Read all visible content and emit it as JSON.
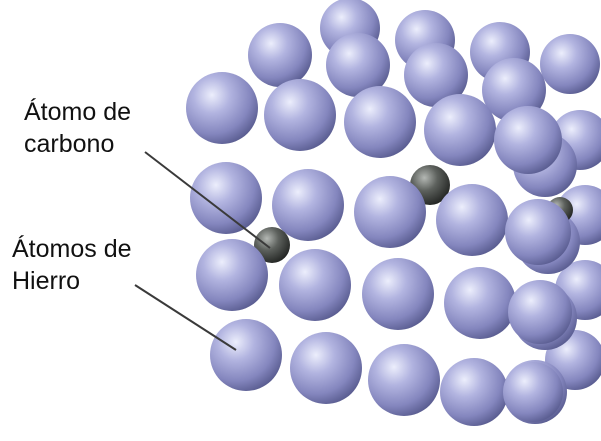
{
  "labels": {
    "carbon": {
      "line1": "Átomo de",
      "line2": "carbono"
    },
    "iron": {
      "line1": "Átomos de",
      "line2": "Hierro"
    }
  },
  "colors": {
    "iron_atom": "#9a9cd0",
    "iron_atom_highlight": "#e6e8fa",
    "iron_atom_shadow": "#5b5e92",
    "carbon_atom": "#4f524f",
    "carbon_atom_highlight": "#a6aaa6",
    "leader_line": "#3a3a3a",
    "text": "#111111"
  }
}
